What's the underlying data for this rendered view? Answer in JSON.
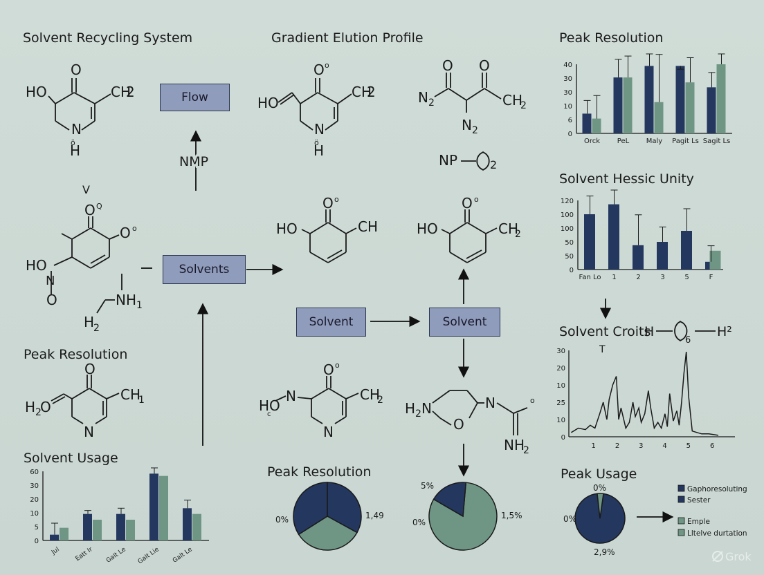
{
  "titles": {
    "solvent_recycling": "Solvent Recycling System",
    "gradient_elution": "Gradient Elution Profile",
    "peak_resolution_top": "Peak Resolution",
    "solvent_hessic": "Solvent Hessic Unity",
    "solvent_croits": "Solvent Croits",
    "peak_resolution_left": "Peak Resolution",
    "solvent_usage": "Solvent Usage",
    "peak_resolution_mid": "Peak Resolution",
    "peak_usage": "Peak Usage"
  },
  "boxes": {
    "flow": "Flow",
    "solvents": "Solvents",
    "solvent_left": "Solvent",
    "solvent_right": "Solvent"
  },
  "labels": {
    "nmp": "NMP",
    "np": "NP",
    "np_sub": "2",
    "v_mark": "V",
    "croits_h": "H",
    "croits_sub": "6",
    "croits_h2": "H²"
  },
  "molecules": {
    "m1": {
      "ho": "HO",
      "o": "O",
      "ch": "CH",
      "ch_sub": "2",
      "n": "N",
      "dot": "ö",
      "h": "H"
    },
    "m2": {
      "ho": "HO",
      "o": "O",
      "o_sup": "o",
      "ch": "CH",
      "ch_sub": "2",
      "n": "N",
      "dot": "ö",
      "h": "H"
    },
    "m3": {
      "n2a": "N",
      "n2a_sub": "2",
      "o1": "O",
      "o2": "O",
      "n2b": "N",
      "n2b_sub": "2",
      "ch": "CH",
      "ch_sub": "2"
    },
    "m4": {
      "o1": "O",
      "o1_sup": "Q",
      "o2": "O",
      "o2_sup": "o",
      "ho": "HO",
      "n": "N",
      "o3": "O",
      "nh": "NH",
      "nh_sub": "1",
      "h": "H",
      "h_sub": "2"
    },
    "m5": {
      "o": "O",
      "o_sup": "o",
      "ho": "HO",
      "ch": "CH"
    },
    "m6": {
      "o": "O",
      "o_sup": "o",
      "ho": "HO",
      "ch": "CH",
      "ch_sub": "2"
    },
    "m7": {
      "o": "O",
      "h2o": "H",
      "h2o_sub": "2",
      "h2o_o": "O",
      "ch": "CH",
      "ch_sub": "1",
      "n": "N"
    },
    "m8": {
      "o": "O",
      "o_sup": "o",
      "ho": "HO",
      "ho_sub": "c",
      "n1": "N",
      "ch": "CH",
      "ch_sub": "2",
      "n2": "N"
    },
    "m9": {
      "h2n": "H",
      "h2n_sub": "2",
      "h2n_n": "N",
      "o": "O",
      "n": "N",
      "sup": "o",
      "nh2": "NH",
      "nh2_sub": "2"
    }
  },
  "chart_data": [
    {
      "name": "peak-resolution-bars",
      "type": "bar",
      "categories": [
        "Orck",
        "PeL",
        "Maly",
        "Pagit Ls",
        "Sagit Ls"
      ],
      "yticks": [
        "40",
        "30",
        "30",
        "10",
        "6",
        "0"
      ],
      "series": [
        {
          "values": [
            12,
            34,
            41,
            41,
            28
          ],
          "color": "#24375f"
        },
        {
          "values": [
            9,
            34,
            19,
            31,
            42
          ],
          "color": "#6f9685"
        }
      ],
      "errors": [
        [
          20,
          23
        ],
        [
          45,
          47
        ],
        [
          56,
          48
        ],
        [
          39,
          46
        ],
        [
          37,
          50
        ]
      ]
    },
    {
      "name": "solvent-hessic-bars",
      "type": "bar",
      "categories": [
        "Fan Lo",
        "1",
        "2",
        "3",
        "5",
        "F"
      ],
      "yticks": [
        "120",
        "100",
        "100",
        "50",
        "50",
        "0"
      ],
      "series": [
        {
          "values": [
            100,
            118,
            44,
            50,
            70,
            14
          ],
          "color": "#24375f"
        }
      ],
      "overlay": [
        {
          "index": 5,
          "value": 34,
          "color": "#6f9685"
        }
      ],
      "errors": [
        [
          133
        ],
        [
          150
        ],
        [
          99
        ],
        [
          77
        ],
        [
          110
        ],
        [
          43
        ]
      ]
    },
    {
      "name": "solvent-croits-line",
      "type": "line",
      "xticks": [
        "1",
        "2",
        "3",
        "4",
        "5",
        "6"
      ],
      "yticks": [
        "30",
        "20",
        "10",
        "25",
        "10",
        "0"
      ],
      "annotation": "T",
      "x": [
        0.0,
        0.3,
        0.6,
        0.8,
        1.0,
        1.2,
        1.35,
        1.5,
        1.6,
        1.75,
        1.9,
        2.0,
        2.1,
        2.3,
        2.45,
        2.6,
        2.7,
        2.85,
        2.95,
        3.1,
        3.25,
        3.35,
        3.5,
        3.65,
        3.8,
        3.95,
        4.05,
        4.15,
        4.3,
        4.45,
        4.55,
        4.65,
        4.75,
        4.85,
        4.95,
        5.1,
        5.3,
        5.5,
        5.8,
        6.2
      ],
      "y": [
        1.5,
        3.0,
        2.5,
        4.0,
        3.0,
        8.0,
        12.0,
        6.0,
        13.0,
        18.0,
        21.0,
        6.0,
        10.0,
        3.0,
        5.0,
        12.0,
        7.0,
        10.0,
        5.0,
        8.0,
        16.0,
        10.0,
        3.0,
        5.0,
        3.0,
        8.0,
        3.5,
        15.0,
        5.5,
        9.0,
        4.0,
        12.0,
        22.0,
        29.5,
        14.0,
        2.0,
        1.5,
        1.0,
        1.0,
        0.5
      ],
      "ylim": [
        0,
        30
      ],
      "xlim": [
        -0.1,
        6.9
      ]
    },
    {
      "name": "solvent-usage-bars",
      "type": "bar",
      "categories": [
        "Jul",
        "Eatt Ir",
        "Galt Le",
        "Galt Lie",
        "Galt Le"
      ],
      "yticks": [
        "60",
        "30",
        "20",
        "10",
        "5",
        "0"
      ],
      "series": [
        {
          "values": [
            5,
            23,
            23,
            58,
            28
          ],
          "color": "#24375f"
        },
        {
          "values": [
            11,
            18,
            18,
            56,
            23
          ],
          "color": "#6f9685"
        }
      ],
      "errors": [
        [
          15
        ],
        [
          26
        ],
        [
          28
        ],
        [
          63
        ],
        [
          35
        ]
      ]
    },
    {
      "name": "peak-resolution-pie",
      "type": "pie",
      "labels": [
        "0%",
        "1,49"
      ],
      "slices": [
        {
          "value": 33,
          "color": "#24375f"
        },
        {
          "value": 33,
          "color": "#6f9685"
        },
        {
          "value": 34,
          "color": "#24375f"
        }
      ]
    },
    {
      "name": "middle-pie",
      "type": "pie",
      "labels": [
        "5%",
        "0%",
        "1,5%"
      ],
      "slices": [
        {
          "value": 82,
          "color": "#6f9685"
        },
        {
          "value": 18,
          "color": "#24375f"
        }
      ]
    },
    {
      "name": "peak-usage-pie",
      "type": "pie",
      "labels": [
        "0%",
        "0%",
        "2,9%"
      ],
      "slices": [
        {
          "value": 96,
          "color": "#24375f"
        },
        {
          "value": 4,
          "color": "#6f9685"
        }
      ],
      "legend": [
        {
          "label": "Gaphoresoluting",
          "color": "#24375f"
        },
        {
          "label": "Sester",
          "color": "#24375f"
        },
        {
          "label": "Emple",
          "color": "#6f9685"
        },
        {
          "label": "Lltelve durtation",
          "color": "#6f9685"
        }
      ]
    }
  ],
  "watermark": "Grok",
  "colors": {
    "navy": "#24375f",
    "sage": "#6f9685",
    "box": "#8f9cbc",
    "bg": "#cdd9d4"
  }
}
